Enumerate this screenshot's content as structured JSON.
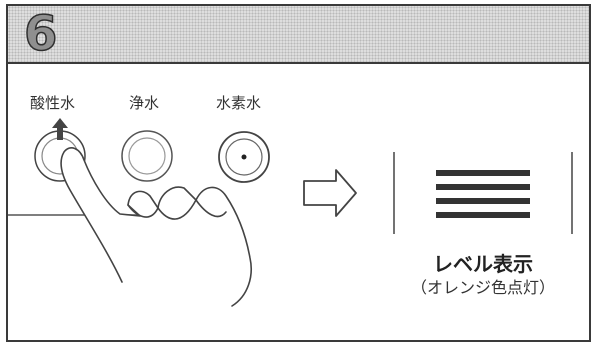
{
  "step": {
    "number": "6"
  },
  "buttons": [
    {
      "label": "酸性水"
    },
    {
      "label": "浄水"
    },
    {
      "label": "水素水"
    }
  ],
  "level_indicator": {
    "title": "レベル表示",
    "subtitle": "（オレンジ色点灯）",
    "bar_count": 4
  }
}
